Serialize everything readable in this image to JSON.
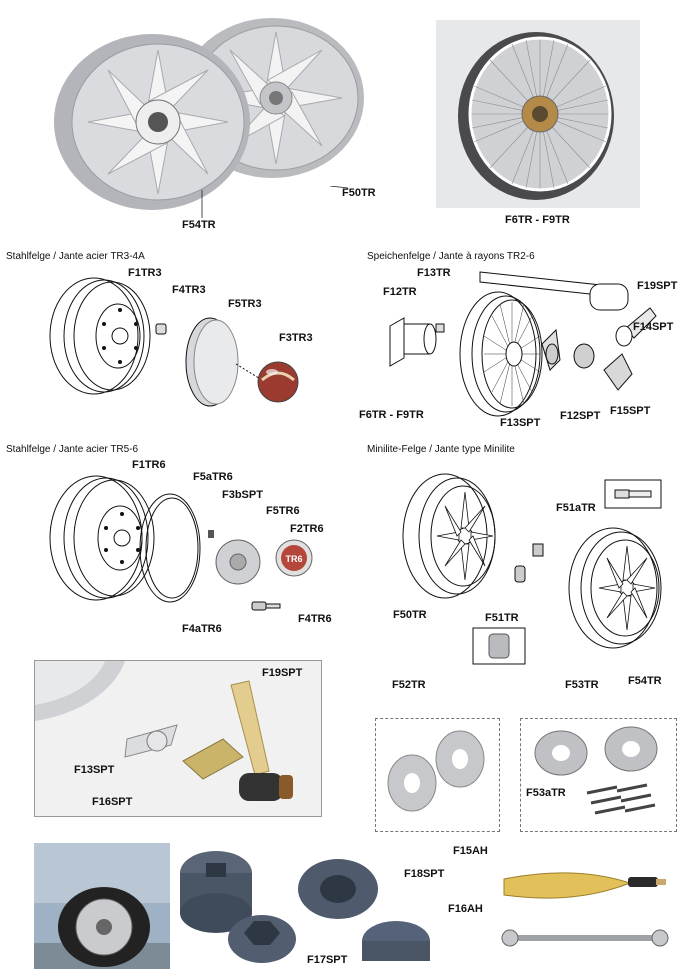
{
  "labels": {
    "F54TR_top": "F54TR",
    "F50TR_top": "F50TR",
    "F6TR_F9TR_top": "F6TR - F9TR",
    "s1_F1TR3": "F1TR3",
    "s1_F4TR3": "F4TR3",
    "s1_F5TR3": "F5TR3",
    "s1_F3TR3": "F3TR3",
    "s2_F13TR": "F13TR",
    "s2_F12TR": "F12TR",
    "s2_F19SPT": "F19SPT",
    "s2_F14SPT": "F14SPT",
    "s2_F6TR_F9TR": "F6TR - F9TR",
    "s2_F13SPT": "F13SPT",
    "s2_F12SPT": "F12SPT",
    "s2_F15SPT": "F15SPT",
    "s3_F1TR6": "F1TR6",
    "s3_F5aTR6": "F5aTR6",
    "s3_F3bSPT": "F3bSPT",
    "s3_F5TR6": "F5TR6",
    "s3_F2TR6": "F2TR6",
    "s3_F4aTR6": "F4aTR6",
    "s3_F4TR6": "F4TR6",
    "s4_F51aTR": "F51aTR",
    "s4_F50TR": "F50TR",
    "s4_F51TR": "F51TR",
    "s4_F54TR": "F54TR",
    "p_F19SPT": "F19SPT",
    "p_F13SPT": "F13SPT",
    "p_F16SPT": "F16SPT",
    "F52TR": "F52TR",
    "F53TR": "F53TR",
    "F53aTR": "F53aTR",
    "F18SPT": "F18SPT",
    "F17SPT": "F17SPT",
    "F15AH": "F15AH",
    "F16AH": "F16AH"
  },
  "captions": {
    "steel_tr3": "Stahlfelge / Jante acier  TR3-4A",
    "spoke_tr2": "Speichenfelge / Jante à rayons  TR2-6",
    "steel_tr5": "Stahlfelge / Jante acier  TR5-6",
    "minilite": "Minilite-Felge / Jante type Minilite"
  },
  "badge_text": "TR6",
  "colors": {
    "silver": "#c9cbce",
    "chrome": "#e8e8ea",
    "photo_bg": "#f1f1f1",
    "cap_red": "#a33a2e",
    "hub_blue": "#4a5566",
    "brass": "#c9a64a"
  }
}
